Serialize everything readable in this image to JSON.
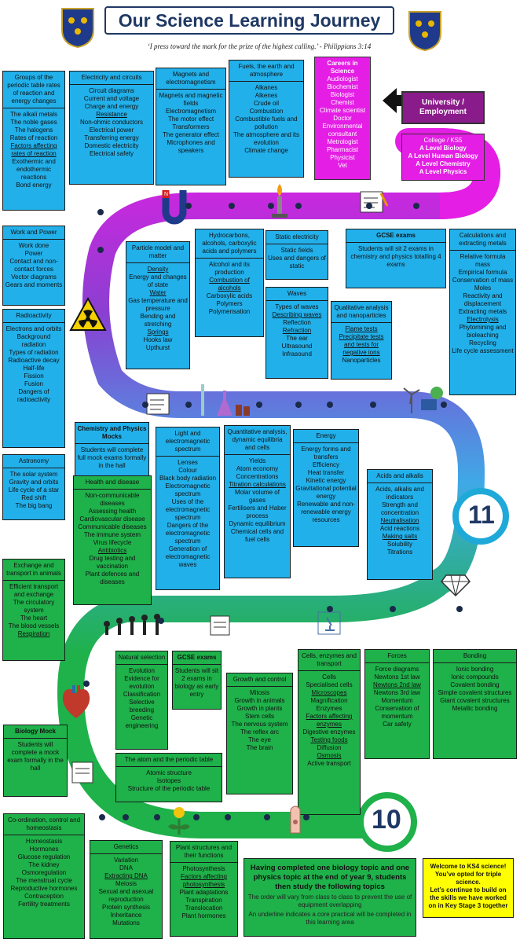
{
  "title": "Our Science Learning Journey",
  "quote": "‘I press toward the mark for the prize of the highest calling.’ - Philippians 3:14",
  "colors": {
    "road_top": "#8a3fd1",
    "road_mid": "#3fa9e6",
    "road_bottom": "#1fb14a",
    "blue_box": "#22b0ea",
    "green_box": "#1fb14a",
    "magenta": "#e41ee4"
  },
  "careers": {
    "title": "Careers in Science",
    "items": [
      "Audiologist",
      "Biochemist",
      "Biologist",
      "Chemist",
      "Climate scientist",
      "Doctor",
      "Environmental consultant",
      "Metrologist",
      "Pharmacist",
      "Physicist",
      "Vet"
    ]
  },
  "university": "University / Employment",
  "college": {
    "title": "College / KS5",
    "items": [
      "A Level Biology",
      "A Level Human Biology",
      "A Level Chemistry",
      "A Level Physics"
    ]
  },
  "topics": {
    "groups": {
      "title": "Groups of the periodic table rates of reaction and energy changes",
      "items": [
        "The alkali metals",
        "The noble gases",
        "The halogens",
        "Rates of reaction",
        "Factors affecting rates of reaction",
        "Exothermic and endothermic reactions",
        "Bond energy"
      ]
    },
    "electricity": {
      "title": "Electricity and circuits",
      "items": [
        "Circuit diagrams",
        "Current and voltage",
        "Charge and energy",
        "Resistance",
        "Non-ohmic conductors",
        "Electrical power",
        "Transferring energy",
        "Domestic electricity",
        "Electrical safety"
      ]
    },
    "magnets": {
      "title": "Magnets and electromagnetism",
      "items": [
        "Magnets and magnetic fields",
        "Electromagnetism",
        "The motor effect",
        "Transformers",
        "The generator effect",
        "Microphones and speakers"
      ]
    },
    "fuels": {
      "title": "Fuels, the earth and atmosphere",
      "items": [
        "Alkanes",
        "Alkenes",
        "Crude oil",
        "Combustion",
        "Combustible fuels and pollution",
        "The atmosphere and its evolution",
        "Climate change"
      ]
    },
    "work": {
      "title": "Work and Power",
      "items": [
        "Work done",
        "Power",
        "Contact and non-contact forces",
        "Vector diagrams",
        "Gears and moments"
      ]
    },
    "particle": {
      "title": "Particle model and matter",
      "items": [
        "Density",
        "Energy and changes of state",
        "Water",
        "Gas temperature and pressure",
        "Bending and stretching",
        "Springs",
        "Hooks law",
        "Upthurst"
      ]
    },
    "hydrocarbons": {
      "title": "Hydrocarbons, alcohols, carboxylic acids and polymers",
      "items": [
        "Alcohol and its production",
        "Combustion of alcohols",
        "Carboxylic acids",
        "Polymers",
        "Polymerisation"
      ]
    },
    "static": {
      "title": "Static electricity",
      "items": [
        "Static fields",
        "Uses and dangers of static"
      ]
    },
    "gcse_top": {
      "title": "GCSE exams",
      "text": "Students will sit 2 exams in chemistry and physics totalling 4 exams"
    },
    "calculations": {
      "title": "Calculations and extracting metals",
      "items": [
        "Relative formula mass",
        "Empirical formula",
        "Conservation of mass",
        "Moles",
        "Reactivity and displacement",
        "Extracting metals",
        "Electrolysis",
        "Phytomining and bioleaching",
        "Recycling",
        "Life cycle assessment"
      ]
    },
    "radioactivity": {
      "title": "Radioactivity",
      "items": [
        "Electrons and orbits",
        "Background radiation",
        "Types of radiation",
        "Radioactive decay",
        "Half-life",
        "Fission",
        "Fusion",
        "Dangers of radioactivity"
      ]
    },
    "waves": {
      "title": "Waves",
      "items": [
        "Types of waves",
        "Describing waves",
        "Reflection",
        "Refraction",
        "The ear",
        "Ultrasound",
        "Infrasound"
      ]
    },
    "qualitative": {
      "title": "Qualitative analysis and nanoparticles",
      "items": [
        "Flame tests",
        "Precipitate tests and tests for negative ions",
        "Nanoparticles"
      ]
    },
    "astronomy": {
      "title": "Astronomy",
      "items": [
        "The solar system",
        "Gravity and orbits",
        "Life cycle of a star",
        "Red shift",
        "The big bang"
      ]
    },
    "mocks": {
      "title": "Chemistry and Physics Mocks",
      "text": "Students will complete full mock exams formally in the hall"
    },
    "light": {
      "title": "Light and electromagnetic spectrum",
      "items": [
        "Lenses",
        "Colour",
        "Black body radiation",
        "Electromagnetic spectrum",
        "Uses of the electromagnetic spectrum",
        "Dangers of the electromagnetic spectrum",
        "Generation of electromagnetic waves"
      ]
    },
    "quantitative": {
      "title": "Quantitative analysis, dynamic equilibria and cells",
      "items": [
        "Yields",
        "Atom economy",
        "Concentrations",
        "Titration calculations",
        "Molar volume of gases",
        "Fertilisers and Haber process",
        "Dynamic equilibrium",
        "Chemical cells and fuel cells"
      ]
    },
    "energy": {
      "title": "Energy",
      "items": [
        "Energy forms and transfers",
        "Efficiency",
        "Heat transfer",
        "Kinetic energy",
        "Gravitational potential energy",
        "Renewable and non-renewable energy resources"
      ]
    },
    "acids": {
      "title": "Acids and alkalis",
      "items": [
        "Acids, alkalis and indicators",
        "Strength and concentration",
        "Neutralisation",
        "Acid reactions",
        "Making salts",
        "Solubility",
        "Titrations"
      ]
    },
    "health": {
      "title": "Health and disease",
      "items": [
        "Non-communicable diseases",
        "Assessing health",
        "Cardiovascular disease",
        "Communicable diseases",
        "The immune system",
        "Virus lifecycle",
        "Antibiotics",
        "Drug testing and vaccination",
        "Plant defences and diseases"
      ]
    },
    "exchange": {
      "title": "Exchange and transport in animals",
      "items": [
        "Efficient transport and exchange",
        "The circulatory system",
        "The heart",
        "The blood vessels",
        "Respiration"
      ]
    },
    "natural": {
      "title": "Natural selection",
      "items": [
        "Evolution",
        "Evidence for evolution",
        "Classification",
        "Selective breeding",
        "Genetic engineering"
      ]
    },
    "gcse_bio": {
      "title": "GCSE exams",
      "text": "Students will sit 2 exams in biology as early entry"
    },
    "growth": {
      "title": "Growth and control",
      "items": [
        "Mitosis",
        "Growth in animals",
        "Growth in plants",
        "Stem cells",
        "The nervous system",
        "The reflex arc",
        "The eye",
        "The brain"
      ]
    },
    "cells": {
      "title": "Cells, enzymes and transport",
      "items": [
        "Cells",
        "Specialised cells",
        "Microscopes",
        "Magnification",
        "Enzymes",
        "Factors affecting enzymes",
        "Digestive enzymes",
        "Testing foods",
        "Diffusion",
        "Osmosis",
        "Active transport"
      ]
    },
    "forces": {
      "title": "Forces",
      "items": [
        "Force diagrams",
        "Newtons 1st law",
        "Newtons 2nd law",
        "Newtons 3rd law",
        "Momentum",
        "Conservation of momentum",
        "Car safety"
      ]
    },
    "bonding": {
      "title": "Bonding",
      "items": [
        "Ionic bonding",
        "Ionic compounds",
        "Covalent bonding",
        "Simple covalent structures",
        "Giant covalent structures",
        "Metallic bonding"
      ]
    },
    "biomock": {
      "title": "Biology Mock",
      "text": "Students will complete a mock exam formally in the hall"
    },
    "atom": {
      "title": "The atom and the periodic table",
      "items": [
        "Atomic structure",
        "Isotopes",
        "Structure of the periodic table"
      ]
    },
    "coordination": {
      "title": "Co-ordination, control and homeostasis",
      "items": [
        "Homeostasis",
        "Hormones",
        "Glucose regulation",
        "The kidney",
        "Osmoregulation",
        "The menstrual cycle",
        "Reproductive hormones",
        "Contraception",
        "Fertility treatments"
      ]
    },
    "genetics": {
      "title": "Genetics",
      "items": [
        "Variation",
        "DNA",
        "Extracting DNA",
        "Meiosis",
        "Sexual and asexual reproduction",
        "Protein synthesis",
        "Inheritance",
        "Mutations"
      ]
    },
    "plant": {
      "title": "Plant structures and their functions",
      "items": [
        "Photosynthesis",
        "Factors affecting photosynthesis",
        "Plant adaptations",
        "Transpiration",
        "Translocation",
        "Plant hormones"
      ]
    }
  },
  "year_11": "11",
  "year_10": "10",
  "info_green": {
    "bold": "Having completed one biology topic and one physics topic at the end of year 9, students then study the following topics",
    "note1": "The order will vary from class to class to prevent the use of equipment overlapping",
    "note2": "An underline indicates a core practical will be completed in this learning area"
  },
  "info_yellow": {
    "bold": "Welcome to KS4 science!",
    "line2": "You’ve opted for triple science.",
    "line3": "Let’s continue to build on the skills we have worked on in Key Stage 3 together"
  }
}
